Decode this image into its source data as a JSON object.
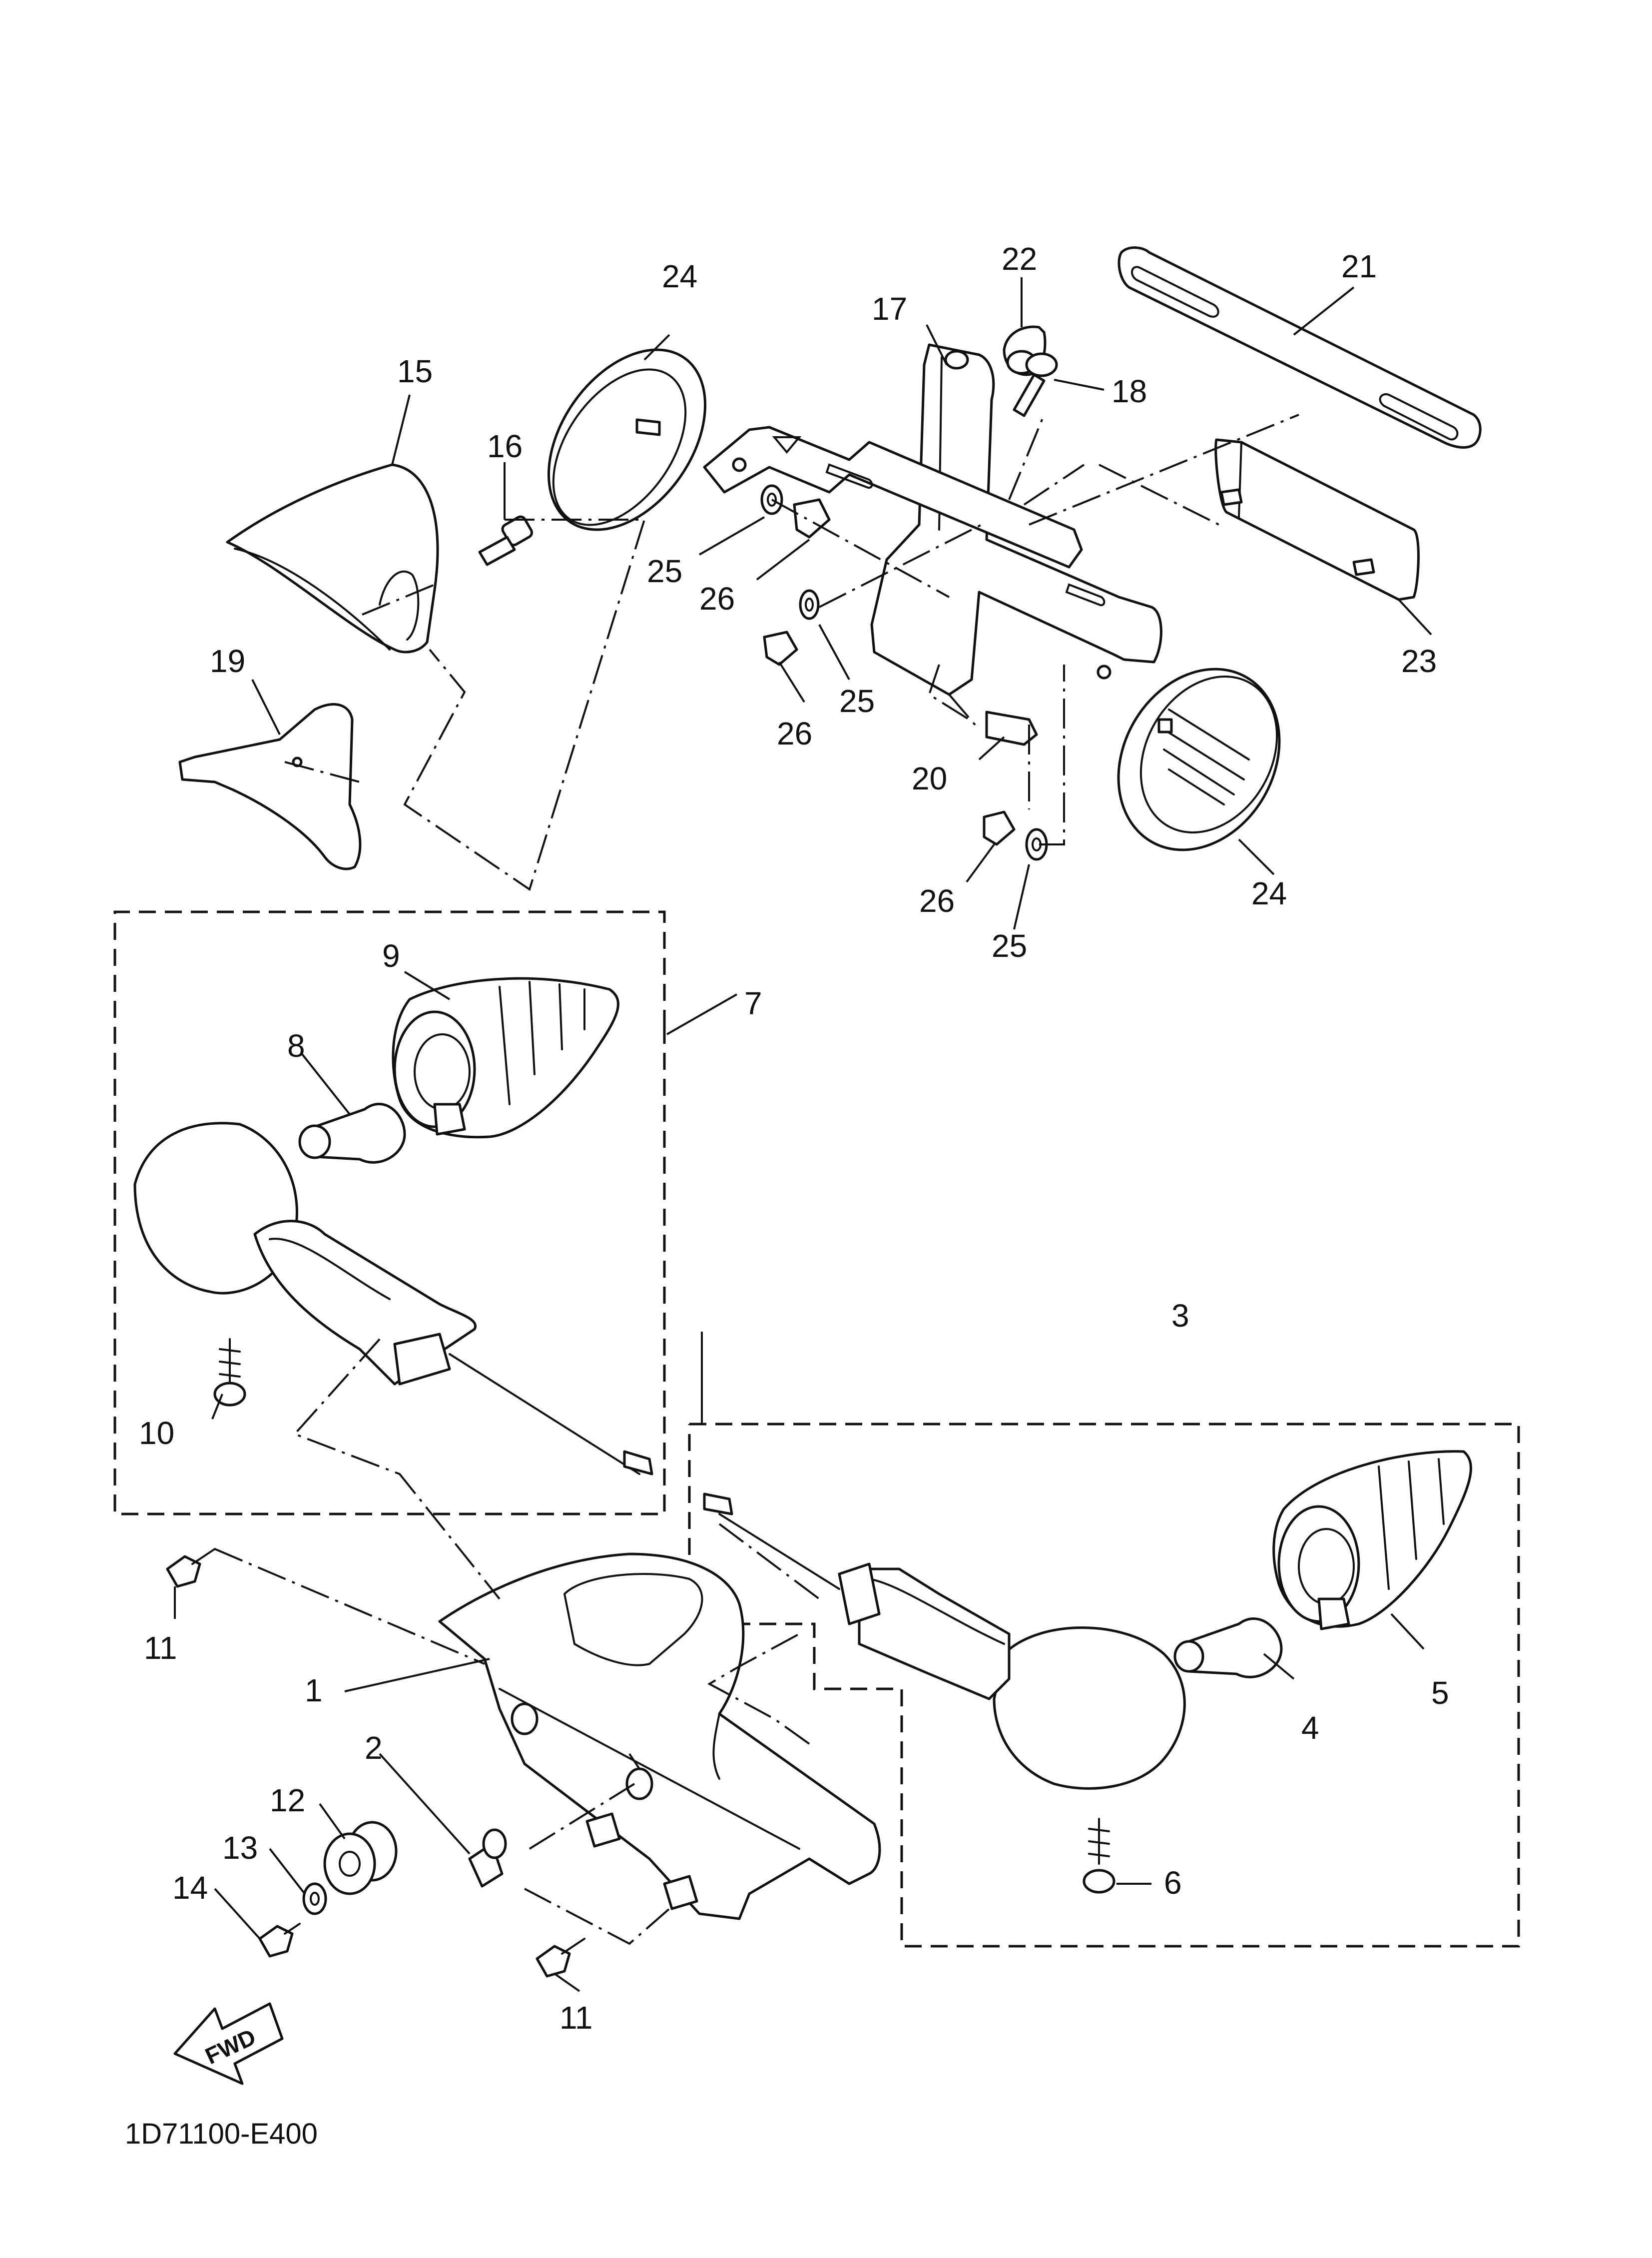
{
  "diagram_code": "1D71100-E400",
  "fwd_label": "FWD",
  "callouts": [
    {
      "id": "c1",
      "text": "1"
    },
    {
      "id": "c2",
      "text": "2"
    },
    {
      "id": "c3",
      "text": "3"
    },
    {
      "id": "c4",
      "text": "4"
    },
    {
      "id": "c5",
      "text": "5"
    },
    {
      "id": "c6",
      "text": "6"
    },
    {
      "id": "c7",
      "text": "7"
    },
    {
      "id": "c8",
      "text": "8"
    },
    {
      "id": "c9",
      "text": "9"
    },
    {
      "id": "c10",
      "text": "10"
    },
    {
      "id": "c11a",
      "text": "11"
    },
    {
      "id": "c11b",
      "text": "11"
    },
    {
      "id": "c12",
      "text": "12"
    },
    {
      "id": "c13",
      "text": "13"
    },
    {
      "id": "c14",
      "text": "14"
    },
    {
      "id": "c15",
      "text": "15"
    },
    {
      "id": "c16",
      "text": "16"
    },
    {
      "id": "c17",
      "text": "17"
    },
    {
      "id": "c18",
      "text": "18"
    },
    {
      "id": "c19",
      "text": "19"
    },
    {
      "id": "c20",
      "text": "20"
    },
    {
      "id": "c21",
      "text": "21"
    },
    {
      "id": "c22",
      "text": "22"
    },
    {
      "id": "c23",
      "text": "23"
    },
    {
      "id": "c24a",
      "text": "24"
    },
    {
      "id": "c24b",
      "text": "24"
    },
    {
      "id": "c25a",
      "text": "25"
    },
    {
      "id": "c25b",
      "text": "25"
    },
    {
      "id": "c25c",
      "text": "25"
    },
    {
      "id": "c26a",
      "text": "26"
    },
    {
      "id": "c26b",
      "text": "26"
    },
    {
      "id": "c26c",
      "text": "26"
    }
  ]
}
